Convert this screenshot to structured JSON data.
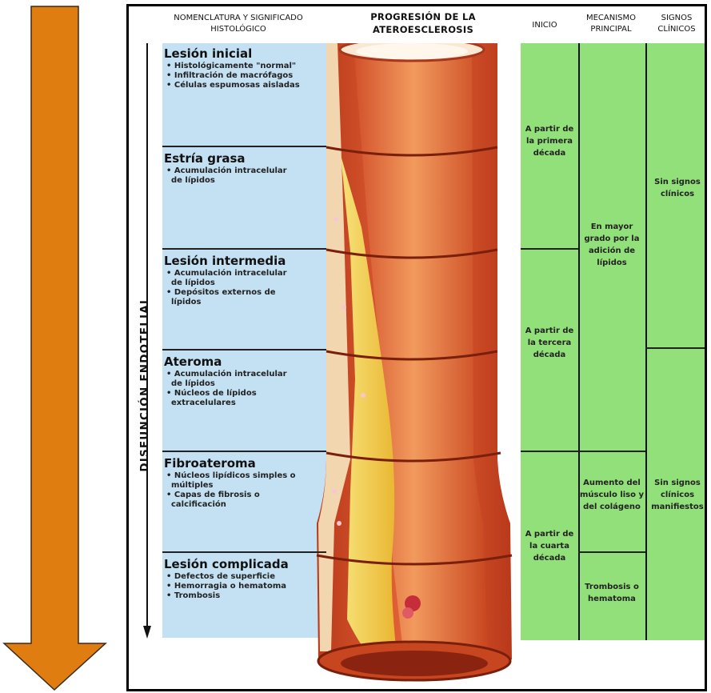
{
  "headers": {
    "nomenclature": "NOMENCLATURA Y SIGNIFICADO HISTOLÓGICO",
    "progression": "PROGRESIÓN DE LA ATEROESCLEROSIS",
    "onset": "INICIO",
    "mechanism": "MECANISMO PRINCIPAL",
    "signs": "SIGNOS CLÍNICOS"
  },
  "side_label": "DISFUNCIÓN ENDOTELIAL",
  "lesions": [
    {
      "title": "Lesión inicial",
      "items": [
        "• Histológicamente \"normal\"",
        "• Infiltración de macrófagos",
        "• Células espumosas aisladas"
      ]
    },
    {
      "title": "Estría grasa",
      "items": [
        "• Acumulación intracelular de lípidos"
      ]
    },
    {
      "title": "Lesión intermedia",
      "items": [
        "• Acumulación intracelular de lípidos",
        "• Depósitos externos de lípidos"
      ]
    },
    {
      "title": "Ateroma",
      "items": [
        "• Acumulación intracelular de lípidos",
        "• Núcleos de lípidos extracelulares"
      ]
    },
    {
      "title": "Fibroateroma",
      "items": [
        "• Núcleos lipídicos simples o múltiples",
        "• Capas de fibrosis o calcificación"
      ]
    },
    {
      "title": "Lesión complicada",
      "items": [
        "• Defectos de superficie",
        "• Hemorragia o hematoma",
        "• Trombosis"
      ]
    }
  ],
  "onset": [
    "A partir de la primera década",
    "A partir de la tercera década",
    "A partir de la cuarta década"
  ],
  "mechanism": [
    "En mayor grado por la adición de lípidos",
    "Aumento del músculo liso y del colágeno",
    "Trombosis o hematoma"
  ],
  "signs": [
    "Sin signos clínicos",
    "Sin signos clínicos manifiestos"
  ],
  "colors": {
    "arrow": "#e07d10",
    "panel_blue": "#c4e0f3",
    "panel_green": "#92e07a",
    "artery_wall": "#c5421f",
    "plaque": "#f2cf48"
  }
}
